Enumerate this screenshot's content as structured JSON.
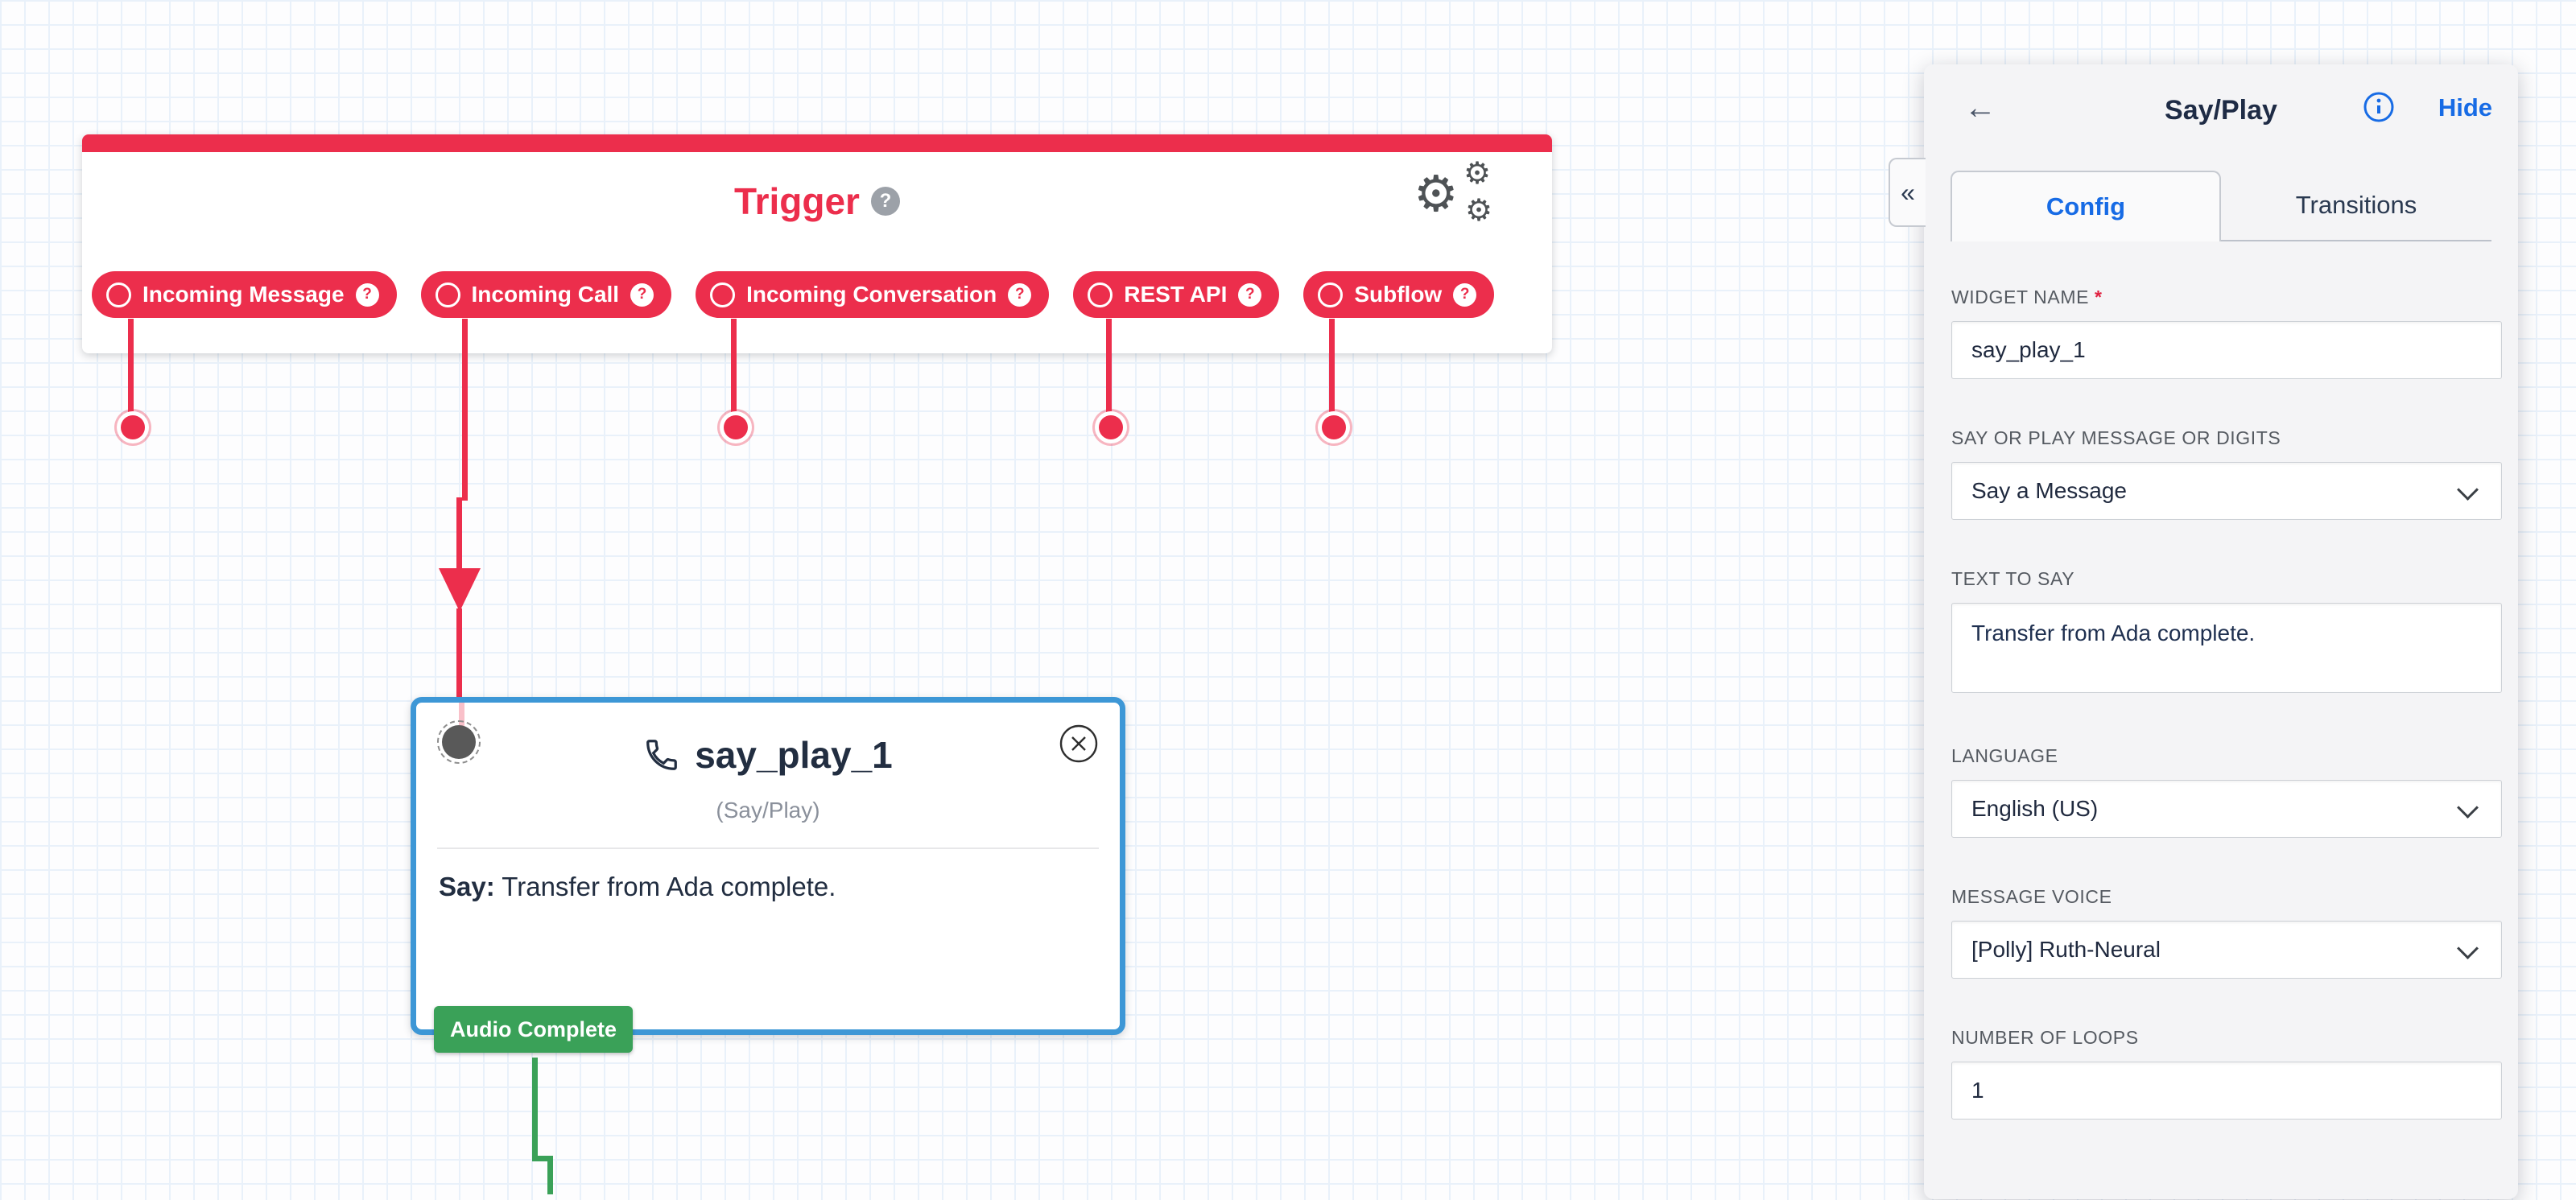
{
  "canvas": {
    "trigger": {
      "title": "Trigger",
      "help": "?",
      "pills": [
        {
          "label": "Incoming Message",
          "help": "?"
        },
        {
          "label": "Incoming Call",
          "help": "?"
        },
        {
          "label": "Incoming Conversation",
          "help": "?"
        },
        {
          "label": "REST API",
          "help": "?"
        },
        {
          "label": "Subflow",
          "help": "?"
        }
      ]
    },
    "widget": {
      "name": "say_play_1",
      "type_label": "(Say/Play)",
      "say_prefix": "Say:",
      "say_text": "Transfer from Ada complete.",
      "transition_badge": "Audio Complete"
    }
  },
  "panel": {
    "back_icon": "←",
    "title": "Say/Play",
    "hide_label": "Hide",
    "collapse_icon": "«",
    "tabs": [
      {
        "label": "Config"
      },
      {
        "label": "Transitions"
      }
    ],
    "fields": [
      {
        "label": "WIDGET NAME",
        "required": "*",
        "value": "say_play_1"
      },
      {
        "label": "SAY OR PLAY MESSAGE OR DIGITS",
        "value": "Say a Message"
      },
      {
        "label": "TEXT TO SAY",
        "value": "Transfer from Ada complete."
      },
      {
        "label": "LANGUAGE",
        "value": "English (US)"
      },
      {
        "label": "MESSAGE VOICE",
        "value": "[Polly] Ruth-Neural"
      },
      {
        "label": "NUMBER OF LOOPS",
        "value": "1"
      }
    ]
  },
  "colors": {
    "accent_red": "#EC2E4C",
    "selected_blue": "#3D97D6",
    "link_blue": "#176BE5",
    "success_green": "#3AA158",
    "panel_bg": "#F4F4F6"
  },
  "icons": {
    "gear": "⚙"
  }
}
